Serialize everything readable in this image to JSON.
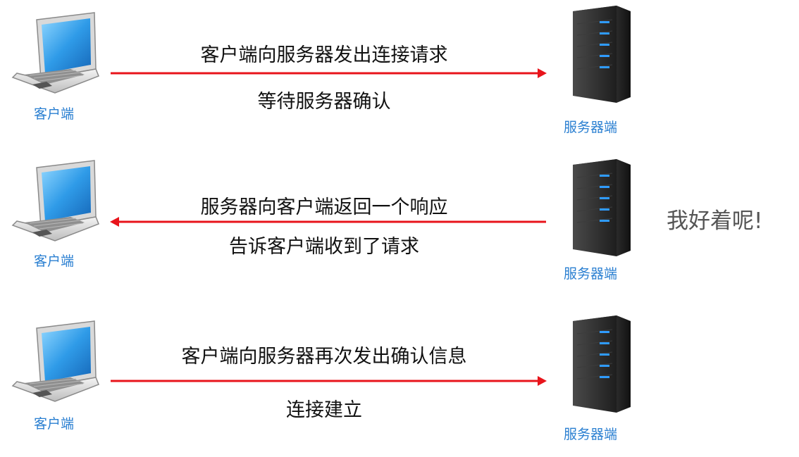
{
  "diagram": {
    "client_label": "客户端",
    "server_label": "服务器端",
    "steps": [
      {
        "direction": "client-to-server",
        "message": "客户端向服务器发出连接请求",
        "detail": "等待服务器确认"
      },
      {
        "direction": "server-to-client",
        "message": "服务器向客户端返回一个响应",
        "detail": "告诉客户端收到了请求"
      },
      {
        "direction": "client-to-server",
        "message": "客户端向服务器再次发出确认信息",
        "detail": "连接建立"
      }
    ],
    "side_note": "我好着呢!"
  },
  "colors": {
    "arrow": "#e8141b",
    "label": "#2a7fd1",
    "text": "#111111",
    "server_body": "#2b2b2b",
    "server_led": "#2f9bff"
  }
}
